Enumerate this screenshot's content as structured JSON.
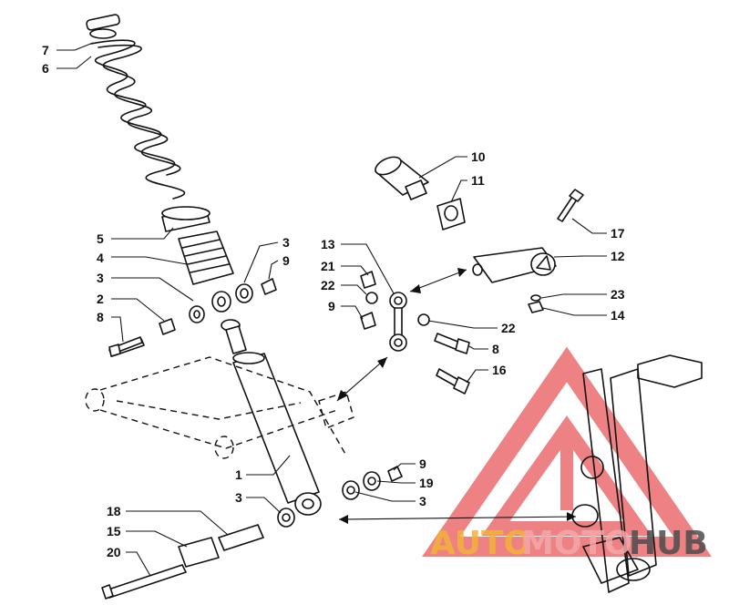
{
  "diagram": {
    "callouts": [
      {
        "id": "c7",
        "label": "7"
      },
      {
        "id": "c6",
        "label": "6"
      },
      {
        "id": "c5",
        "label": "5"
      },
      {
        "id": "c4",
        "label": "4"
      },
      {
        "id": "c3a",
        "label": "3"
      },
      {
        "id": "c2",
        "label": "2"
      },
      {
        "id": "c8a",
        "label": "8"
      },
      {
        "id": "c3b",
        "label": "3"
      },
      {
        "id": "c9a",
        "label": "9"
      },
      {
        "id": "c10",
        "label": "10"
      },
      {
        "id": "c11",
        "label": "11"
      },
      {
        "id": "c17",
        "label": "17"
      },
      {
        "id": "c12",
        "label": "12"
      },
      {
        "id": "c13",
        "label": "13"
      },
      {
        "id": "c21",
        "label": "21"
      },
      {
        "id": "c22a",
        "label": "22"
      },
      {
        "id": "c9b",
        "label": "9"
      },
      {
        "id": "c23",
        "label": "23"
      },
      {
        "id": "c14",
        "label": "14"
      },
      {
        "id": "c22b",
        "label": "22"
      },
      {
        "id": "c8b",
        "label": "8"
      },
      {
        "id": "c16",
        "label": "16"
      },
      {
        "id": "c1",
        "label": "1"
      },
      {
        "id": "c3c",
        "label": "3"
      },
      {
        "id": "c9c",
        "label": "9"
      },
      {
        "id": "c19",
        "label": "19"
      },
      {
        "id": "c3d",
        "label": "3"
      },
      {
        "id": "c18",
        "label": "18"
      },
      {
        "id": "c15",
        "label": "15"
      },
      {
        "id": "c20",
        "label": "20"
      }
    ]
  },
  "watermark": {
    "part1": "AUTO",
    "part2": "MOTO",
    "part3": "HUB",
    "colors": {
      "triangle": "#e8585a",
      "auto": "#f2b33a",
      "moto": "#f2a9aa",
      "hub": "#4d4d4d"
    }
  }
}
